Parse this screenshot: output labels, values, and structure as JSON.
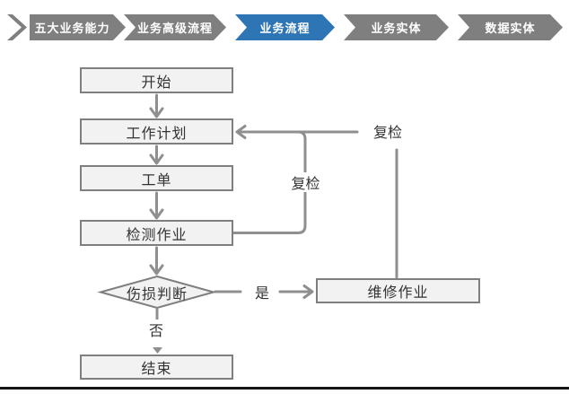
{
  "breadcrumb": {
    "items": [
      {
        "label": "五大业务能力",
        "active": false
      },
      {
        "label": "业务高级流程",
        "active": false
      },
      {
        "label": "业务流程",
        "active": true
      },
      {
        "label": "业务实体",
        "active": false
      },
      {
        "label": "数据实体",
        "active": false
      }
    ],
    "colors": {
      "inactive_fill": "#7F7F7F",
      "active_fill": "#2E75B6",
      "text": "#FFFFFF"
    }
  },
  "flowchart": {
    "nodes": {
      "start": "开始",
      "work_plan": "工作计划",
      "work_order": "工单",
      "inspection": "检测作业",
      "damage_decision": "伤损判断",
      "repair": "维修作业",
      "end": "结束"
    },
    "edge_labels": {
      "yes": "是",
      "no": "否",
      "recheck_loop": "复检",
      "recheck_return": "复检"
    },
    "colors": {
      "node_fill": "#F2F2F2",
      "node_border": "#7F7F7F",
      "connector": "#8F8F8F",
      "label_text": "#333333"
    }
  }
}
